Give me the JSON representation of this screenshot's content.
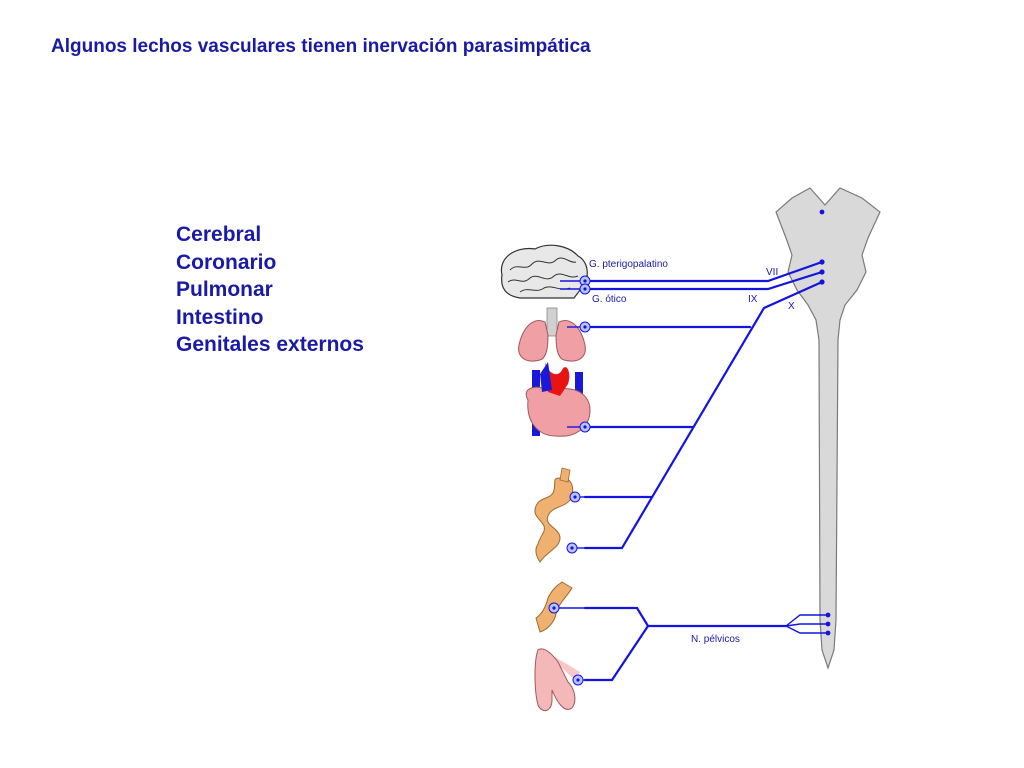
{
  "title": "Algunos lechos vasculares tienen inervación parasimpática",
  "vascular_beds": [
    "Cerebral",
    "Coronario",
    "Pulmonar",
    "Intestino",
    "Genitales externos"
  ],
  "labels": {
    "pterigopalatino": "G. pterigopalatino",
    "otico": "G. ótico",
    "nerve_vii": "VII",
    "nerve_ix": "IX",
    "nerve_x": "X",
    "pelvicos": "N. pélvicos"
  },
  "colors": {
    "text": "#1a1aa6",
    "nerve": "#1414e0",
    "spinal_cord": "#d9d9d9",
    "lung": "#f0a0a4",
    "heart": "#f0a0a4",
    "intestine": "#f0b070"
  }
}
